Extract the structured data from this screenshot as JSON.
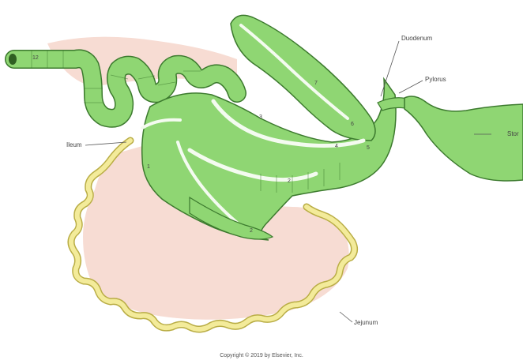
{
  "labels": {
    "duodenum": "Duodenum",
    "pylorus": "Pylorus",
    "stomach": "Stor",
    "ileum": "Ileum",
    "jejunum": "Jejunum"
  },
  "segment_numbers": [
    "1",
    "2",
    "3",
    "4",
    "5",
    "6",
    "7",
    "12"
  ],
  "copyright": "Copyright © 2019 by Elsevier, Inc.",
  "colors": {
    "intestine": "#8fd673",
    "intestine_outline": "#3c7a2e",
    "mesentery": "#f7dcd3",
    "yellow_border": "#f3eb9a",
    "yellow_outline": "#b9ad45",
    "lumen": "#f4fbf0"
  }
}
